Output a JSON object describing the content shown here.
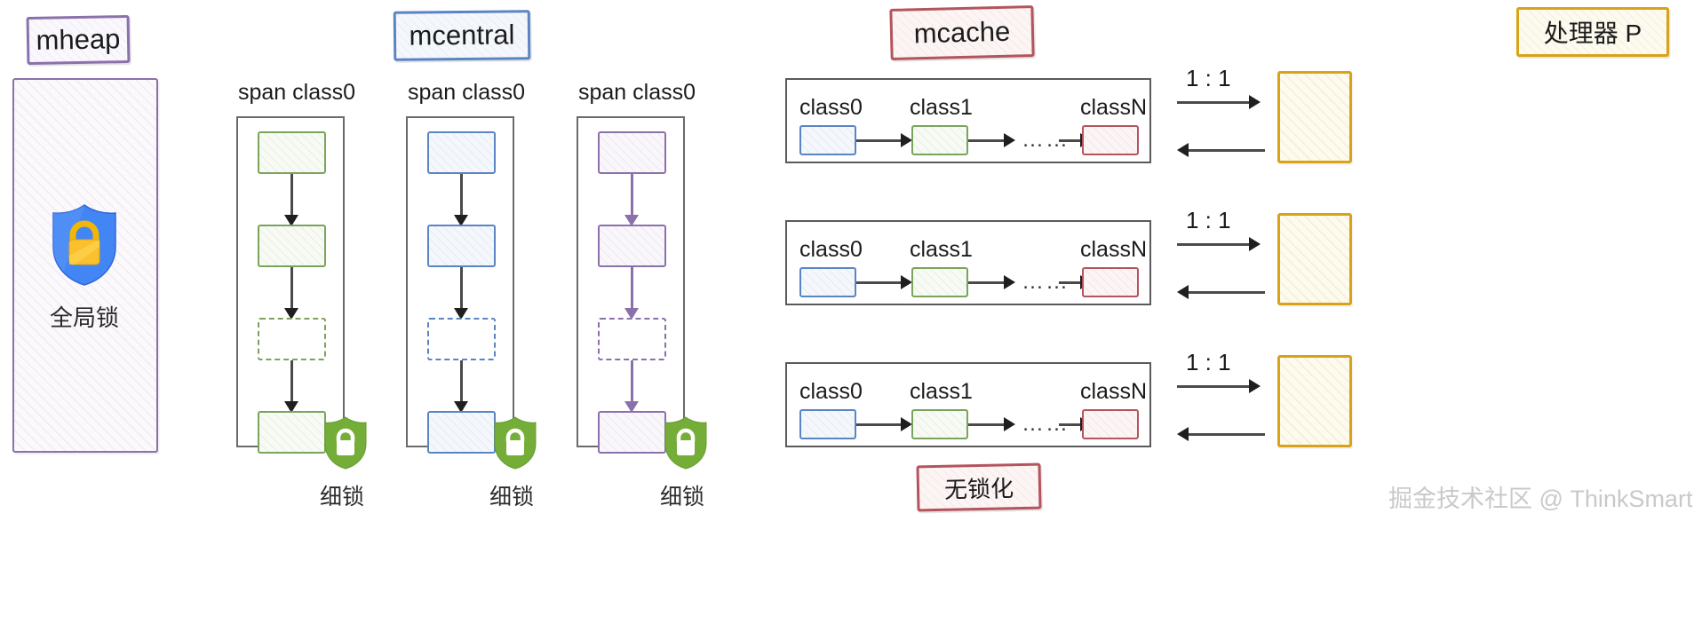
{
  "diagram": {
    "title_labels": {
      "mheap": "mheap",
      "mcentral": "mcentral",
      "mcache": "mcache",
      "processor_p": "处理器 P"
    },
    "mheap": {
      "lock_icon": "shield-lock-icon",
      "lock_caption": "全局锁"
    },
    "mcentral": {
      "columns": [
        {
          "label": "span class0",
          "color": "#7aa45c",
          "lock_caption": "细锁"
        },
        {
          "label": "span class0",
          "color": "#5b84c4",
          "lock_caption": "细锁"
        },
        {
          "label": "span class0",
          "color": "#8b71ac",
          "lock_caption": "细锁"
        }
      ],
      "node_states": [
        "filled",
        "filled",
        "empty",
        "filled"
      ]
    },
    "mcache": {
      "rows": [
        {
          "classes": [
            "class0",
            "class1",
            "classN"
          ],
          "ellipsis": "……",
          "ratio": "1 : 1"
        },
        {
          "classes": [
            "class0",
            "class1",
            "classN"
          ],
          "ellipsis": "……",
          "ratio": "1 : 1"
        },
        {
          "classes": [
            "class0",
            "class1",
            "classN"
          ],
          "ellipsis": "……",
          "ratio": "1 : 1"
        }
      ],
      "lockfree_caption": "无锁化"
    },
    "watermark": "掘金技术社区 @ ThinkSmart",
    "colors": {
      "purple": "#8b71ac",
      "blue": "#5b84c4",
      "green": "#7aa45c",
      "red": "#b4545c",
      "amber": "#d8a317",
      "gray": "#6a6a6a"
    }
  }
}
